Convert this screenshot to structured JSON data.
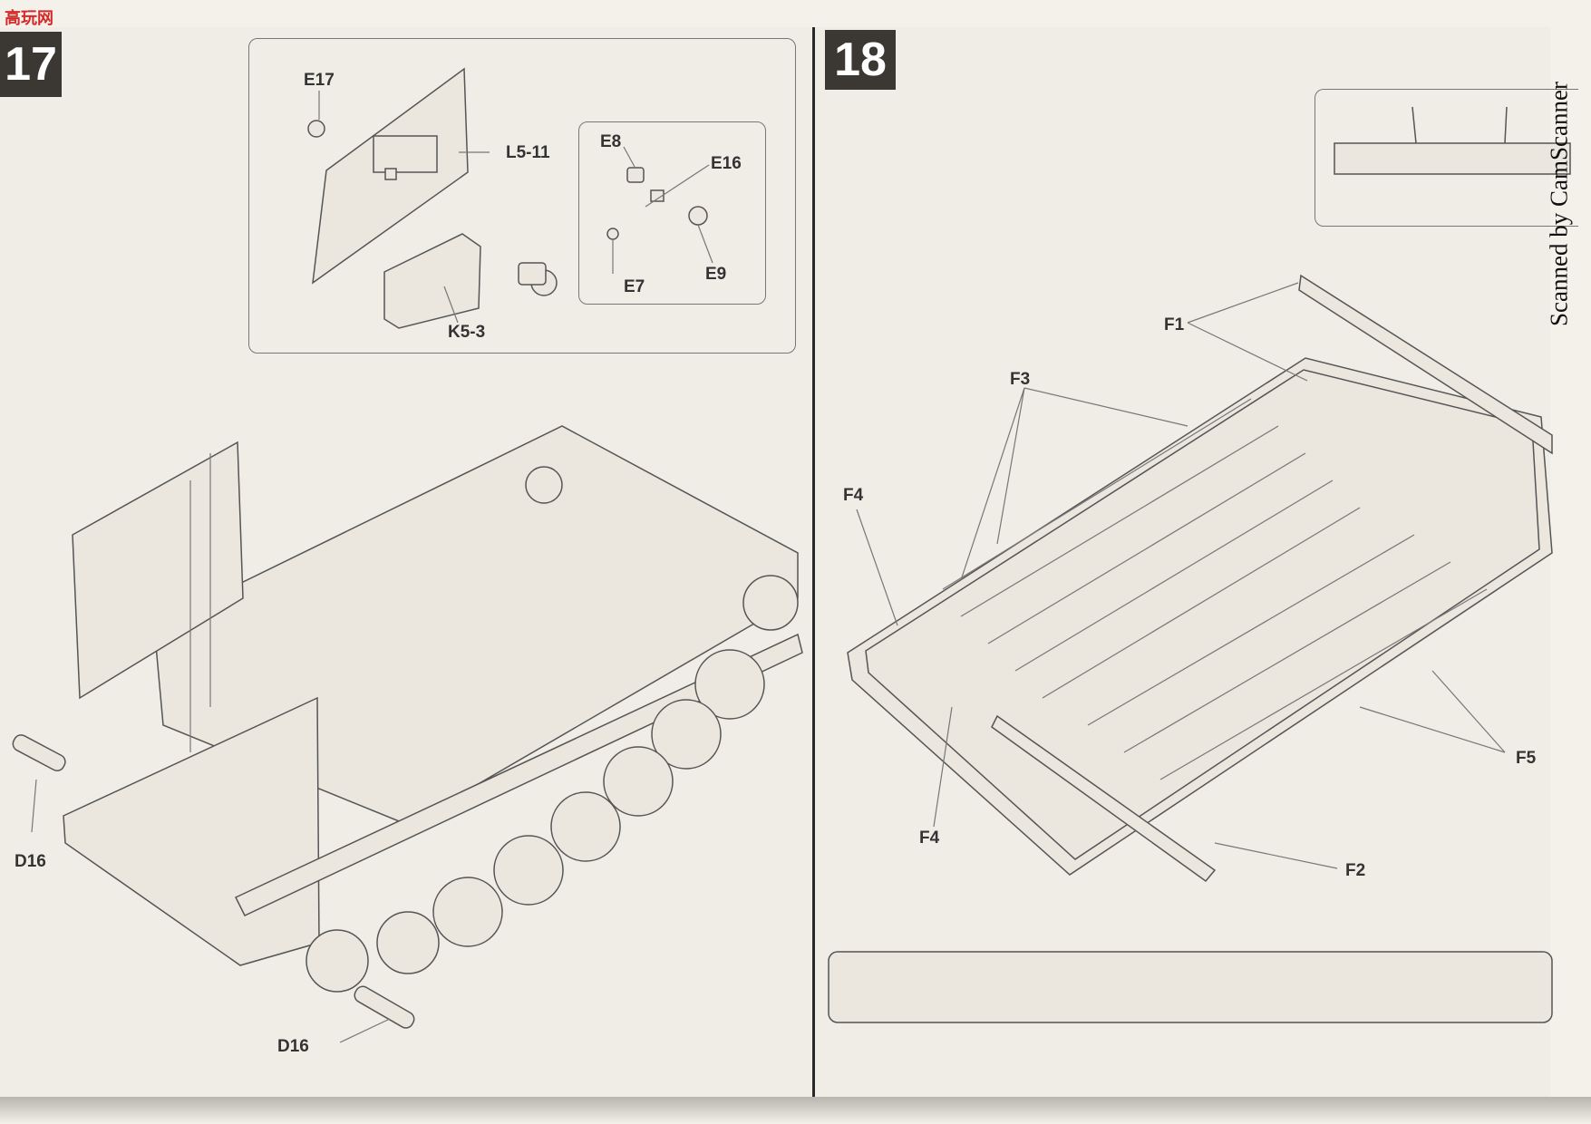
{
  "logo": {
    "text": "高玩网"
  },
  "watermark": {
    "text": "Scanned by CamScanner"
  },
  "steps": {
    "left": "17",
    "right": "18"
  },
  "step17": {
    "inset_labels": {
      "e17": "E17",
      "l5_11": "L5-11",
      "k5_3": "K5-3"
    },
    "subinset_labels": {
      "e8": "E8",
      "e16": "E16",
      "e7": "E7",
      "e9": "E9"
    },
    "main_labels": {
      "d16_left": "D16",
      "d16_bottom": "D16"
    }
  },
  "step18": {
    "labels": {
      "f1": "F1",
      "f3": "F3",
      "f4_top": "F4",
      "f4_bottom": "F4",
      "f5": "F5",
      "f2": "F2"
    }
  },
  "colors": {
    "ink": "#3b3733",
    "paper": "#f0ede6",
    "accent_logo": "#d42a2a"
  }
}
